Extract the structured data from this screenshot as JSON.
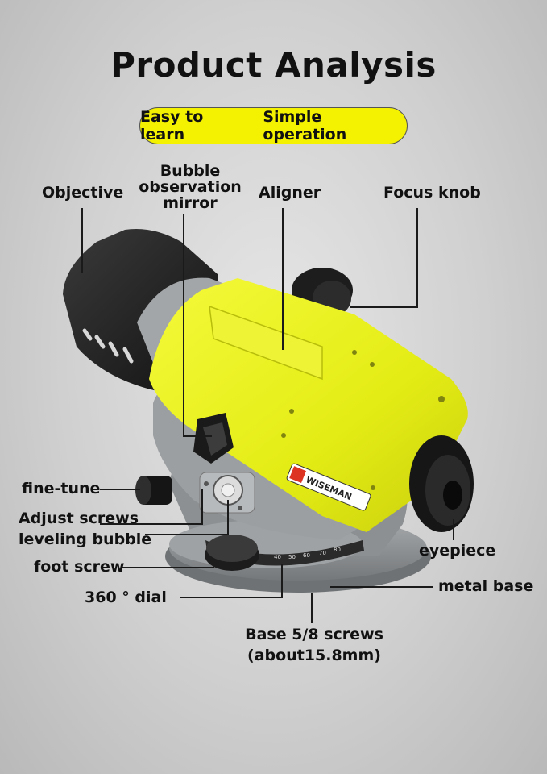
{
  "title": "Product Analysis",
  "banner": {
    "left": "Easy to learn",
    "right": "Simple operation"
  },
  "colors": {
    "accent": "#f4f200",
    "body": "#e9f01f",
    "dark": "#1d1d1d"
  },
  "labels": {
    "objective": "Objective",
    "bubble_mirror": [
      "Bubble",
      "observation",
      "mirror"
    ],
    "aligner": "Aligner",
    "focus_knob": "Focus knob",
    "fine_tune": "fine-tune",
    "adjust_screws": "Adjust screws",
    "leveling_bubble": "leveling bubble",
    "foot_screw": "foot screw",
    "dial": "360 ° dial",
    "eyepiece": "eyepiece",
    "metal_base": "metal base",
    "base_screws": [
      "Base 5/8 screws",
      "(about15.8mm)"
    ]
  },
  "brand": "WISEMAN",
  "dial_numbers": [
    "40",
    "50",
    "60",
    "70",
    "80"
  ]
}
